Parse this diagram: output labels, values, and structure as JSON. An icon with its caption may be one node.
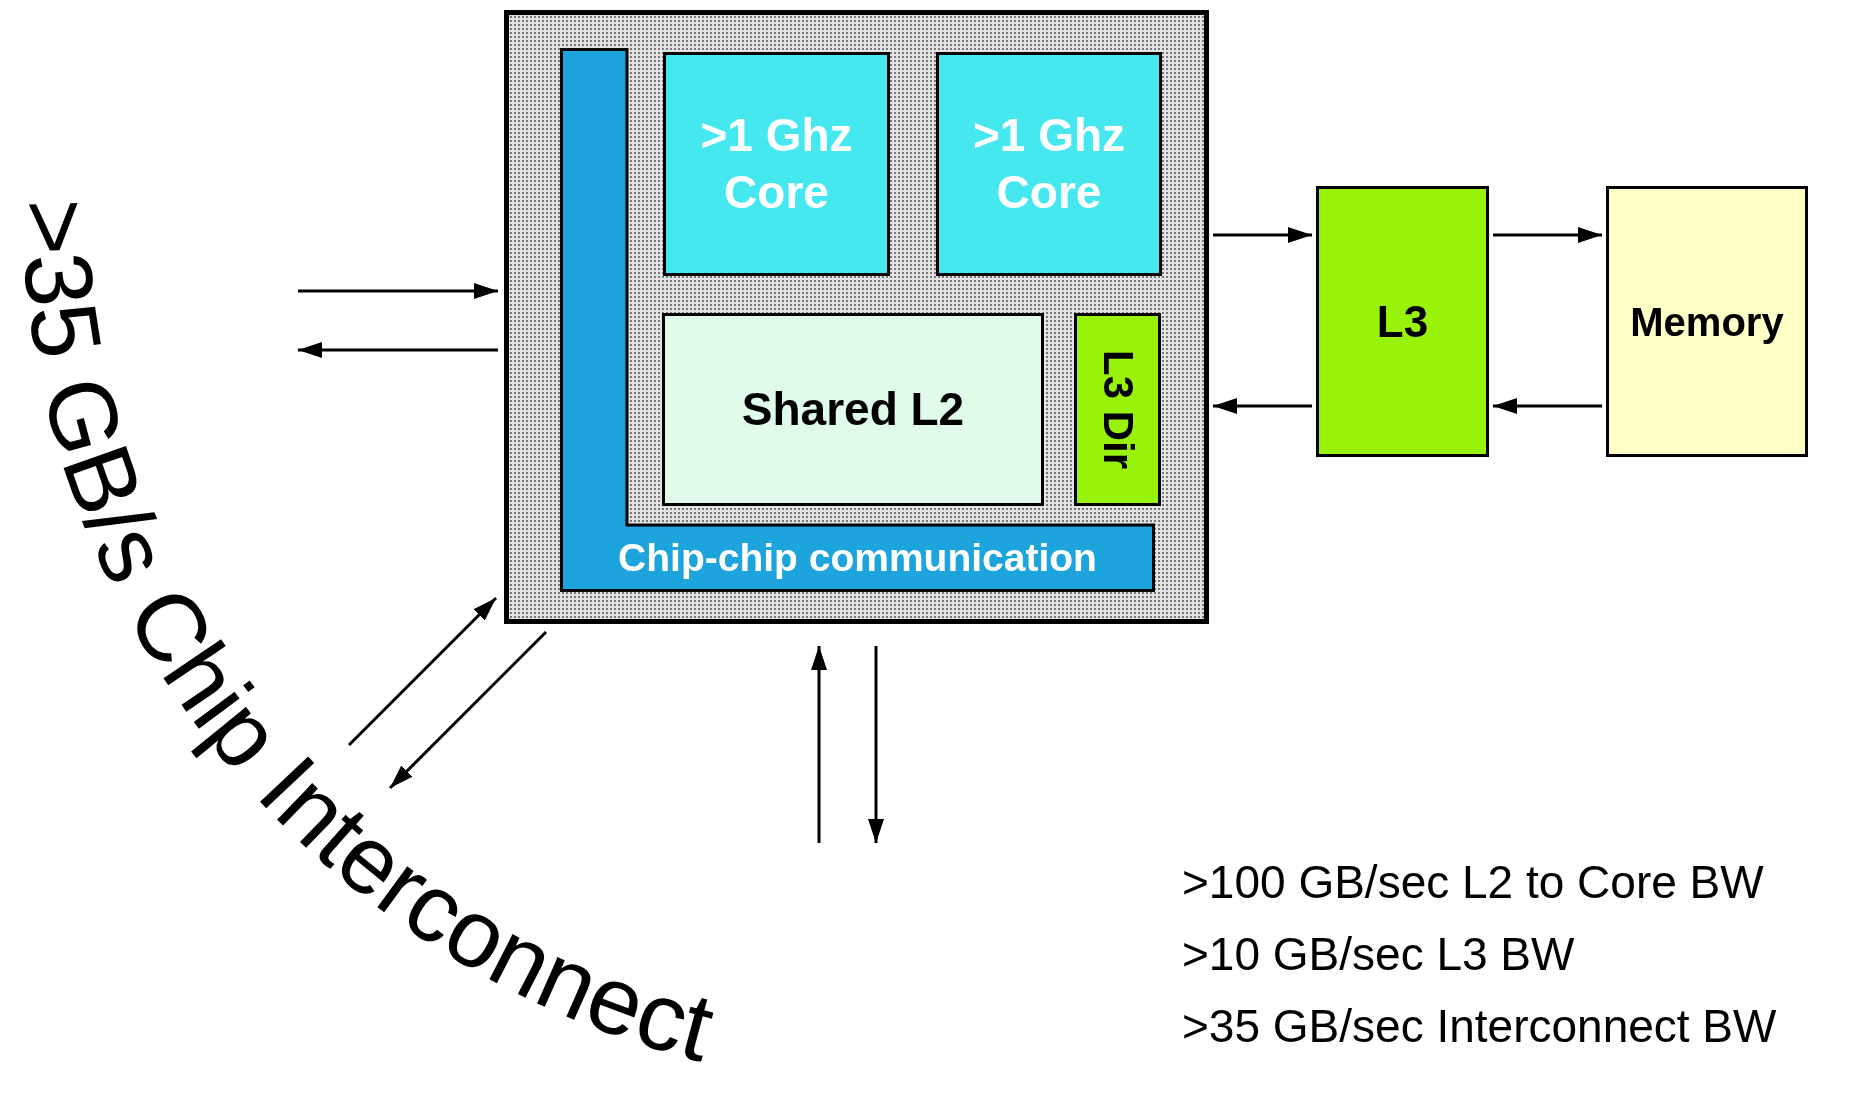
{
  "diagram": {
    "nodes": [
      {
        "text": [],
        "shape": "box"
      },
      {
        "text": [
          "Chip-chip communication"
        ],
        "in": 0
      },
      {
        "text": [
          ">1 Ghz Core"
        ],
        "in": 0
      },
      {
        "text": [
          ">1 Ghz Core"
        ],
        "in": 0
      },
      {
        "text": [
          "Shared L2"
        ],
        "in": 0
      },
      {
        "text": [
          "L3 Dir"
        ],
        "in": 0
      },
      {
        "text": [
          "L3"
        ]
      },
      {
        "text": [
          "Memory"
        ]
      },
      {
        "text": [
          ">35 GB/s Chip Interconnect"
        ]
      }
    ],
    "edges": [
      {
        "from": 0,
        "to": 6,
        "arrow": "to"
      },
      {
        "from": 6,
        "to": 0,
        "arrow": "to"
      },
      {
        "from": 6,
        "to": 7,
        "arrow": "to"
      },
      {
        "from": 7,
        "to": 6,
        "arrow": "to"
      },
      {
        "from": 8,
        "to": 0,
        "arrow": "to"
      },
      {
        "from": 0,
        "to": 8,
        "arrow": "to"
      },
      {
        "from": 8,
        "to": 0,
        "arrow": "to"
      },
      {
        "from": 0,
        "to": 8,
        "arrow": "to"
      },
      {
        "from": null,
        "to": 0,
        "arrow": "to"
      },
      {
        "from": 0,
        "to": null,
        "arrow": "to"
      }
    ],
    "labels": [
      ">100 GB/sec L2 to Core BW",
      ">10 GB/sec L3 BW",
      ">35 GB/sec Interconnect BW"
    ]
  }
}
